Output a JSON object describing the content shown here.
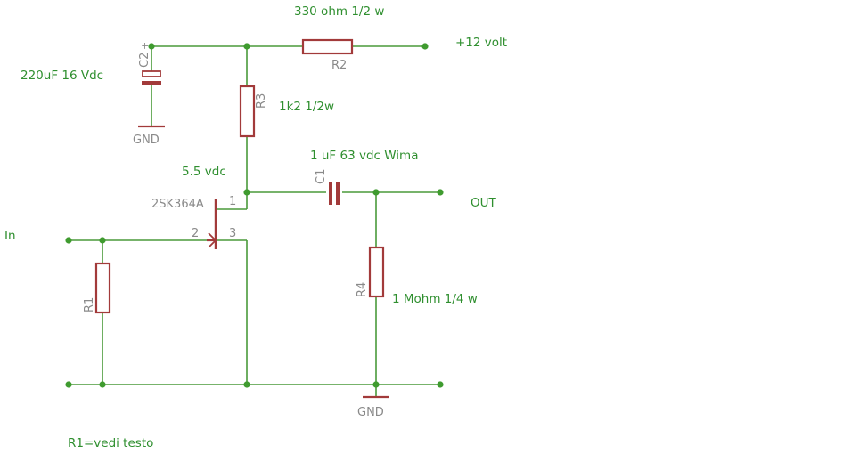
{
  "colors": {
    "wire": "#4a9a3a",
    "component": "#a23a3a",
    "value_text": "#2f8f2f",
    "name_text": "#8a8a8a"
  },
  "labels": {
    "r2_value": "330 ohm 1/2 w",
    "supply": "+12 volt",
    "c2_value": "220uF 16 Vdc",
    "c2_name": "C2",
    "c2_plus": "+",
    "r2_name": "R2",
    "r3_name": "R3",
    "r3_value": "1k2 1/2w",
    "gnd_top": "GND",
    "drain_voltage": "5.5 vdc",
    "c1_name": "C1",
    "c1_value": "1 uF 63 vdc Wima",
    "jfet_name": "2SK364A",
    "pin1": "1",
    "pin2": "2",
    "pin3": "3",
    "out": "OUT",
    "in": "In",
    "r1_name": "R1",
    "r4_name": "R4",
    "r4_value": "1 Mohm 1/4 w",
    "gnd_bottom": "GND",
    "note": "R1=vedi testo"
  }
}
